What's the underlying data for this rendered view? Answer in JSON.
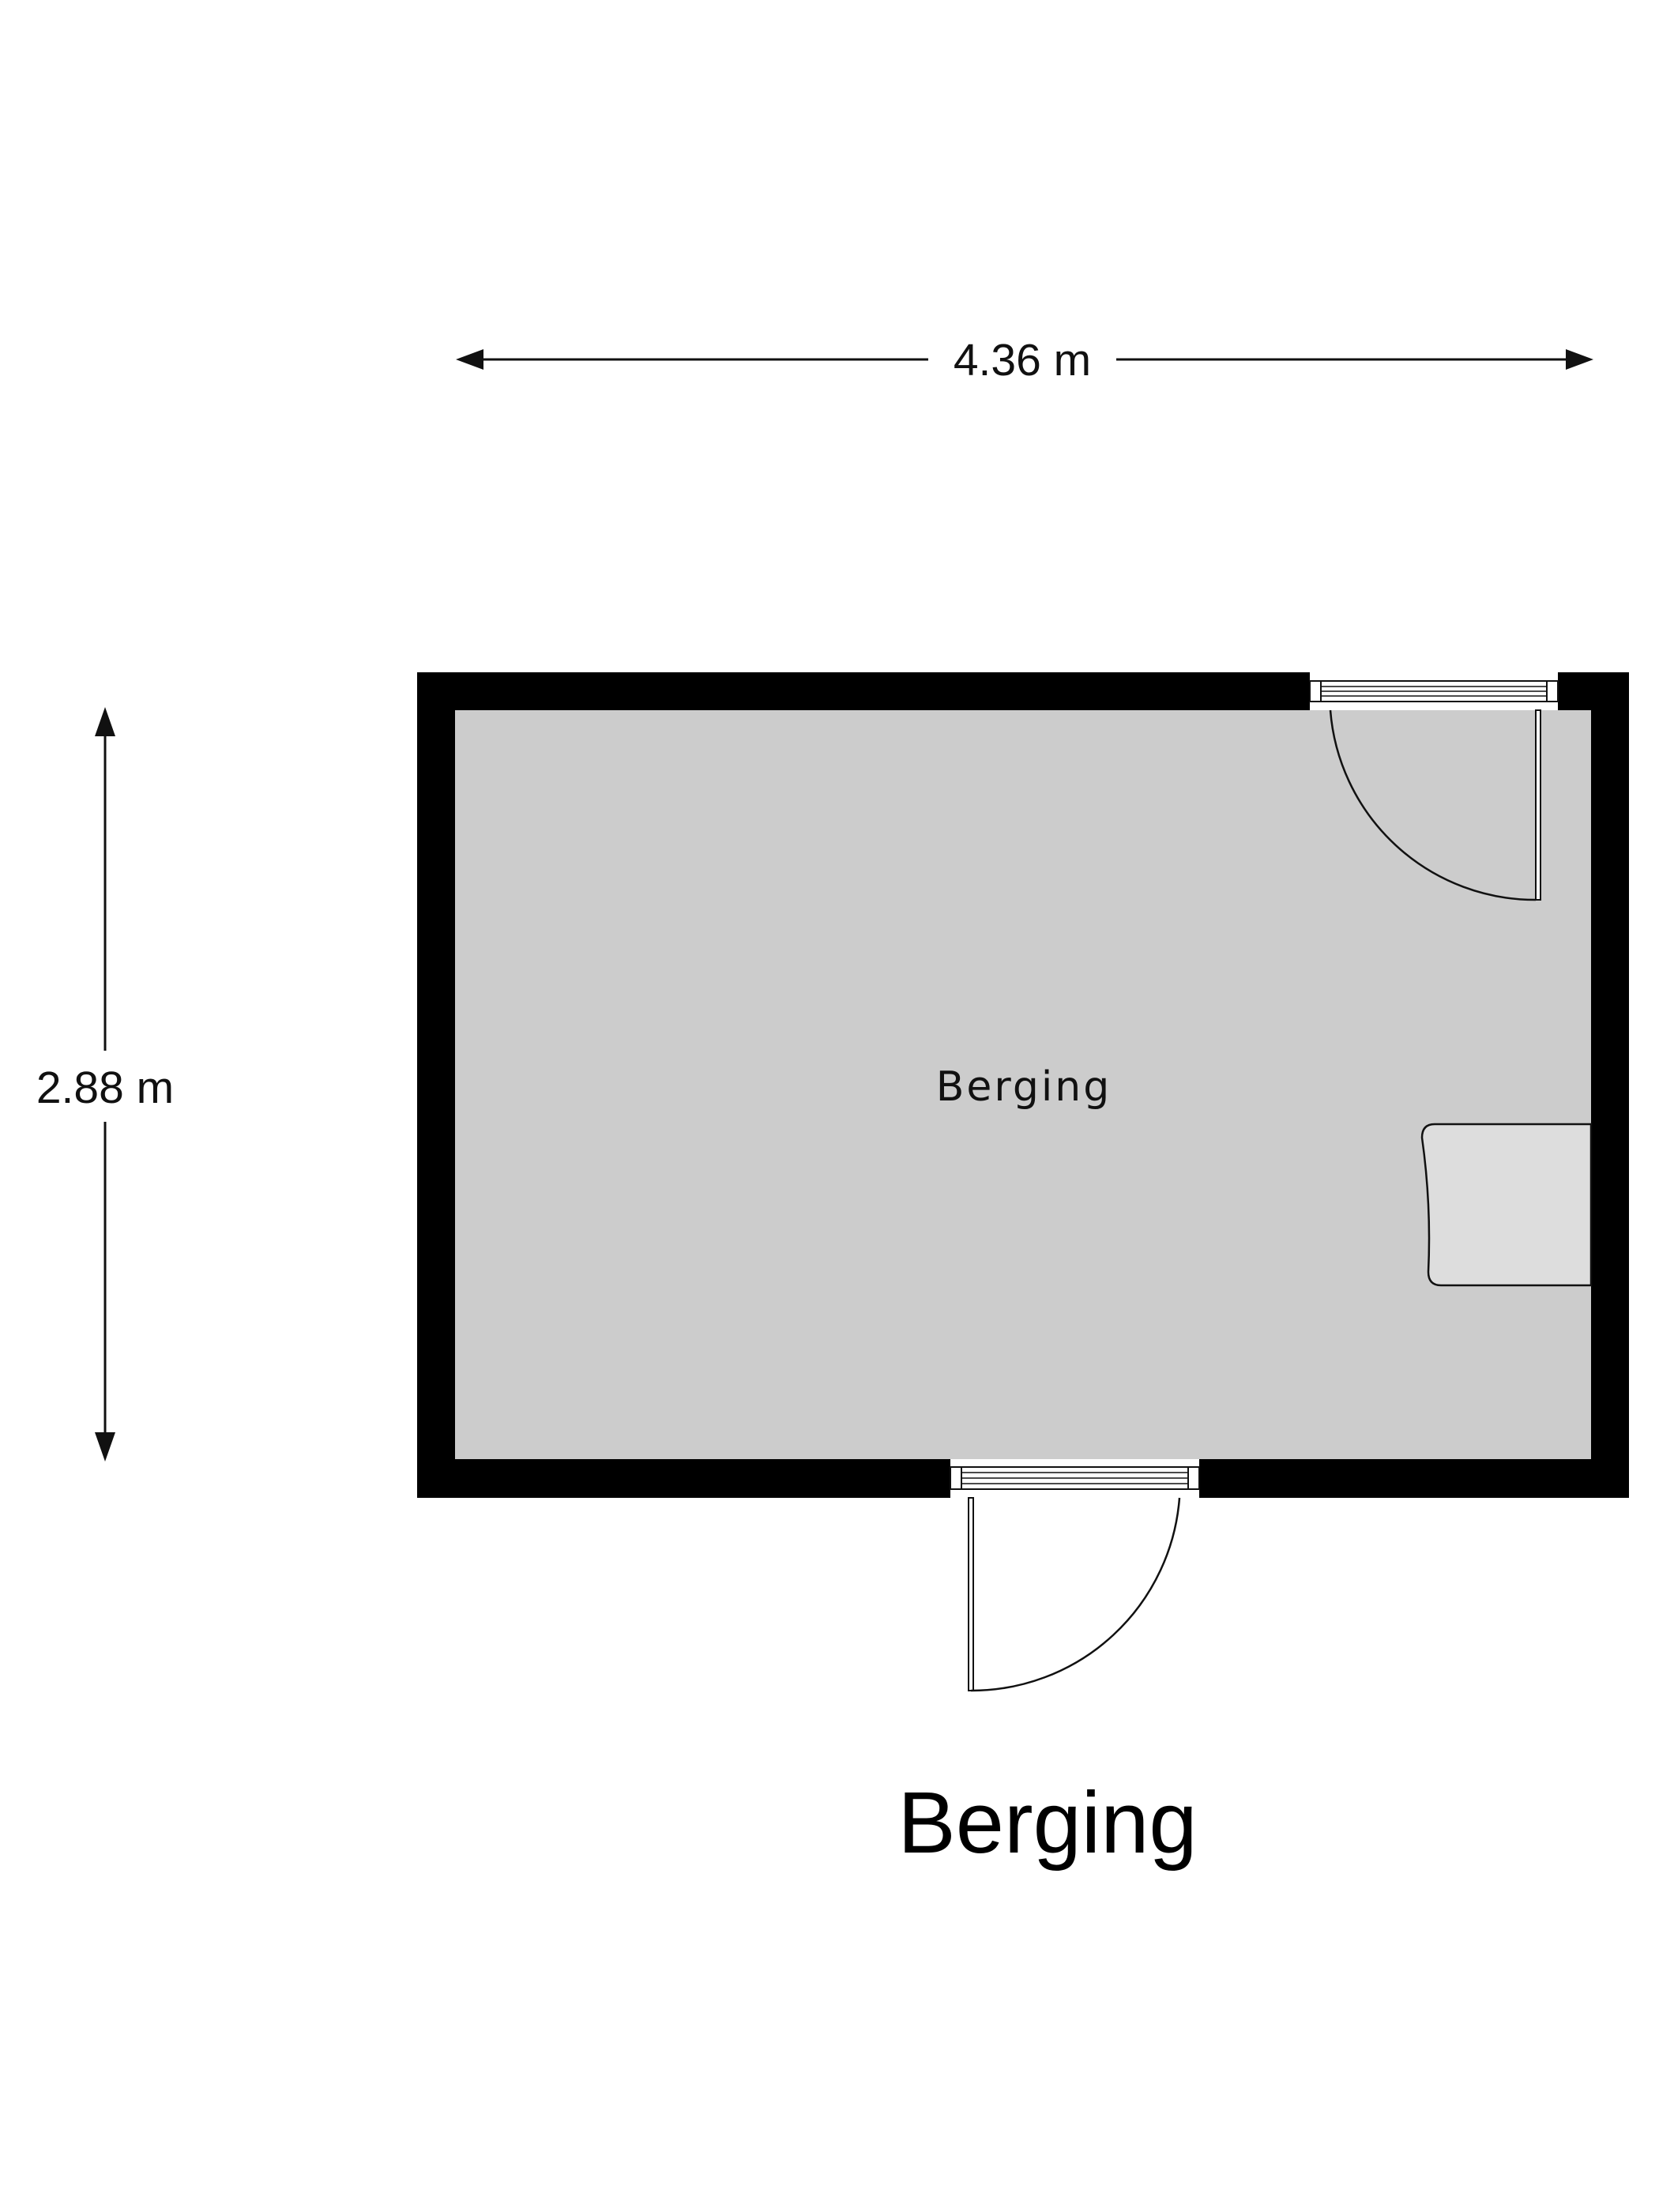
{
  "floorplan": {
    "width_dimension": "4.36 m",
    "height_dimension": "2.88 m",
    "room_label": "Berging",
    "caption": "Berging"
  },
  "colors": {
    "wall": "#000000",
    "floor": "#cccccc",
    "fixture": "#dddddd",
    "line": "#111111"
  }
}
